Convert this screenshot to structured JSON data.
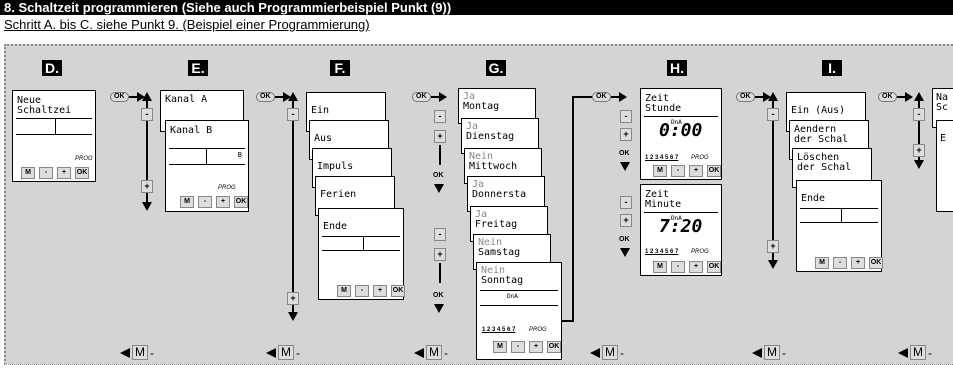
{
  "header": {
    "title": "8. Schaltzeit programmieren (Siehe auch Programmierbeispiel Punkt (9))",
    "subtitle": "Schritt A. bis C. siehe Punkt 9. (Beispiel einer Programmierung)"
  },
  "steps": {
    "D": "D.",
    "E": "E.",
    "F": "F.",
    "G": "G.",
    "H": "H.",
    "I": "I."
  },
  "buttons": {
    "m": "M",
    "minus": "-",
    "plus": "+",
    "ok": "OK",
    "prog": "PROG",
    "m_back": "M"
  },
  "screen_d": {
    "line1": "Neue",
    "line2": "Schaltzei"
  },
  "screen_e": {
    "front": "Kanal A",
    "back": "Kanal B",
    "back_ch": "B"
  },
  "screen_f": {
    "items": [
      "Ein",
      "Aus",
      "Impuls",
      "Ferien",
      "Ende"
    ]
  },
  "screen_g": {
    "days": [
      {
        "state": "Ja",
        "day": "Montag"
      },
      {
        "state": "Ja",
        "day": "Dienstag"
      },
      {
        "state": "Nein",
        "day": "Mittwoch"
      },
      {
        "state": "Ja",
        "day": "Donnersta"
      },
      {
        "state": "Ja",
        "day": "Freitag"
      },
      {
        "state": "Nein",
        "day": "Samstag"
      },
      {
        "state": "Nein",
        "day": "Sonntag"
      }
    ],
    "days_row": "1 2 3 4 5 6 7"
  },
  "screen_h": {
    "hour": {
      "l1": "Zeit",
      "l2": "Stunde",
      "digits": "0:00"
    },
    "minute": {
      "l1": "Zeit",
      "l2": "Minute",
      "digits": "7:20"
    },
    "days_row": "1 2 3 4 5 6 7",
    "dnA": "DnA"
  },
  "screen_i": {
    "items": [
      {
        "l1": "Ein (Aus)",
        "l2": ""
      },
      {
        "l1": "Aendern",
        "l2": "der Schal"
      },
      {
        "l1": "Löschen",
        "l2": "der Schal"
      },
      {
        "l1": "Ende",
        "l2": ""
      }
    ]
  },
  "screen_j": {
    "l1": "Na",
    "l2": "Sc",
    "l3": "E"
  }
}
